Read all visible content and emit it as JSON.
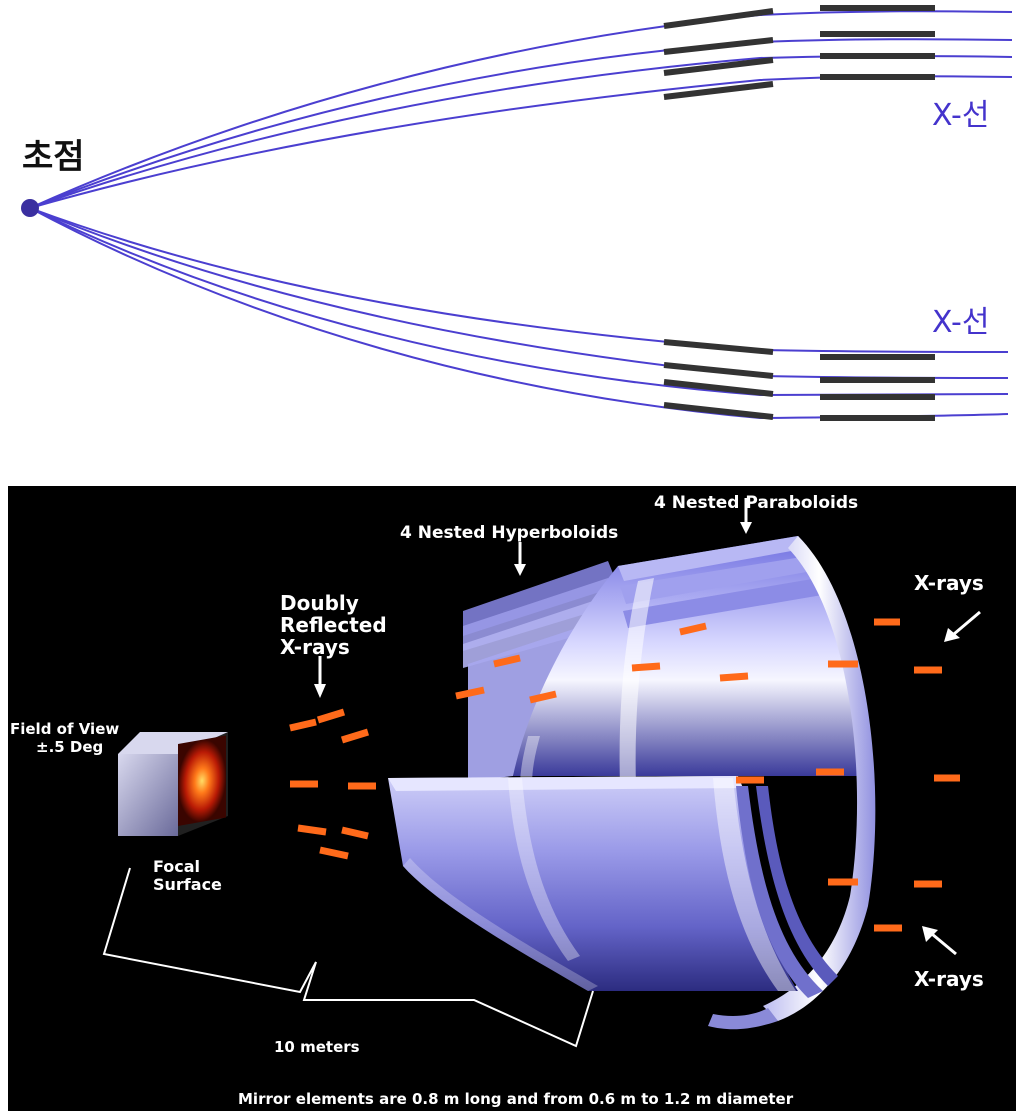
{
  "top_diagram": {
    "focus_label": "초점",
    "xray_label_upper": "X-선",
    "xray_label_lower": "X-선"
  },
  "bottom_diagram": {
    "paraboloids_label": "4 Nested Paraboloids",
    "hyperboloids_label": "4 Nested Hyperboloids",
    "doubly_reflected_label": [
      "Doubly",
      "Reflected",
      "X-rays"
    ],
    "field_of_view_label": [
      "Field of View",
      "±.5 Deg"
    ],
    "focal_surface_label": [
      "Focal",
      "Surface"
    ],
    "xrays_upper_label": "X-rays",
    "xrays_lower_label": "X-rays",
    "distance_label": "10 meters",
    "caption": "Mirror elements are 0.8 m long and from 0.6 m to 1.2 m diameter"
  },
  "colors": {
    "ray_line": "#4b3fd0",
    "mirror_segment": "#333333",
    "label_blue": "#4433cc",
    "ray_dash": "#ff6a1a",
    "mirror_surface": "#8f8ff0",
    "background_bottom": "#000000"
  }
}
